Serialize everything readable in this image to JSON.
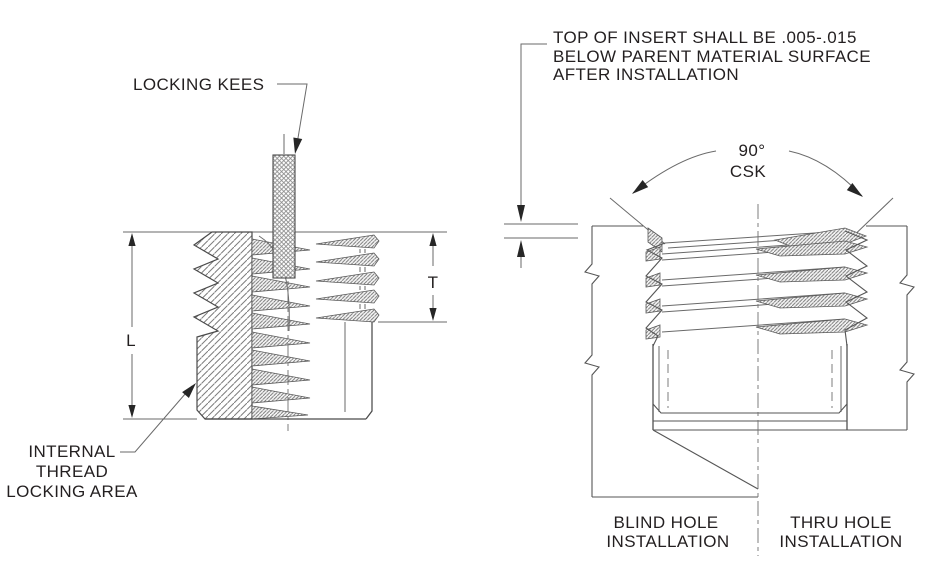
{
  "diagram": {
    "type": "technical-drawing",
    "subject": "key-locking threaded insert installation drawing",
    "colors": {
      "background": "#ffffff",
      "line": "#595959",
      "outline": "#4a4a4a",
      "text": "#231f20",
      "hatch": "#8a8a8a"
    },
    "labels": {
      "locking_kees": "LOCKING KEES",
      "note": [
        "TOP OF INSERT SHALL BE .005-.015",
        "BELOW PARENT MATERIAL SURFACE",
        "AFTER INSTALLATION"
      ],
      "csk_angle": "90°",
      "csk_label": "CSK",
      "dim_l": "L",
      "dim_t": "T",
      "internal_thread": [
        "INTERNAL",
        "THREAD",
        "LOCKING AREA"
      ],
      "blind_hole": [
        "BLIND HOLE",
        "INSTALLATION"
      ],
      "thru_hole": [
        "THRU HOLE",
        "INSTALLATION"
      ]
    }
  }
}
